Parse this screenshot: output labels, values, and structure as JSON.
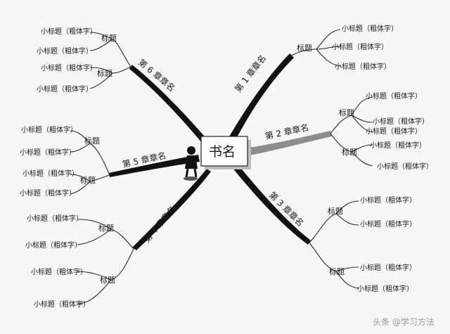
{
  "book": {
    "title": "书名"
  },
  "chapters": [
    {
      "label": "第 1 章章名",
      "heading": "标题",
      "subtopics": [
        "小标题（粗体字）",
        "小标题（粗体字）",
        "小标题（粗体字）"
      ]
    },
    {
      "label": "第 2 章章名",
      "headings": [
        "标题",
        "标题"
      ],
      "subtopics": [
        "小标题（粗体字）",
        "小标题（粗体字）",
        "小标题（粗体字）",
        "小标题（粗体字）",
        "小标题（粗体字）"
      ]
    },
    {
      "label": "第 3 章章名",
      "headings": [
        "标题",
        "标题"
      ],
      "subtopics": [
        "小标题（粗体字）",
        "小标题（粗体字）",
        "小标题（粗体字）",
        "小标题（粗体字）"
      ]
    },
    {
      "label": "第 4 章章名",
      "headings": [
        "标题",
        "标题"
      ],
      "subtopics": [
        "小标题（粗体字）",
        "小标题（粗体字）",
        "小标题（粗体字）",
        "小标题（粗体字）"
      ]
    },
    {
      "label": "第 5 章章名",
      "headings": [
        "标题",
        "标题"
      ],
      "subtopics": [
        "小标题（粗体字）",
        "小标题（粗体字）",
        "小标题（粗体字）",
        "小标题（粗体字）"
      ]
    },
    {
      "label": "第 6 章章名",
      "headings": [
        "标题",
        "标题"
      ],
      "subtopics": [
        "小标题（粗体字）",
        "小标题（粗体字）",
        "小标题（粗体字）",
        "小标题（粗体字）"
      ]
    }
  ],
  "watermark": "头条 @学习方法"
}
